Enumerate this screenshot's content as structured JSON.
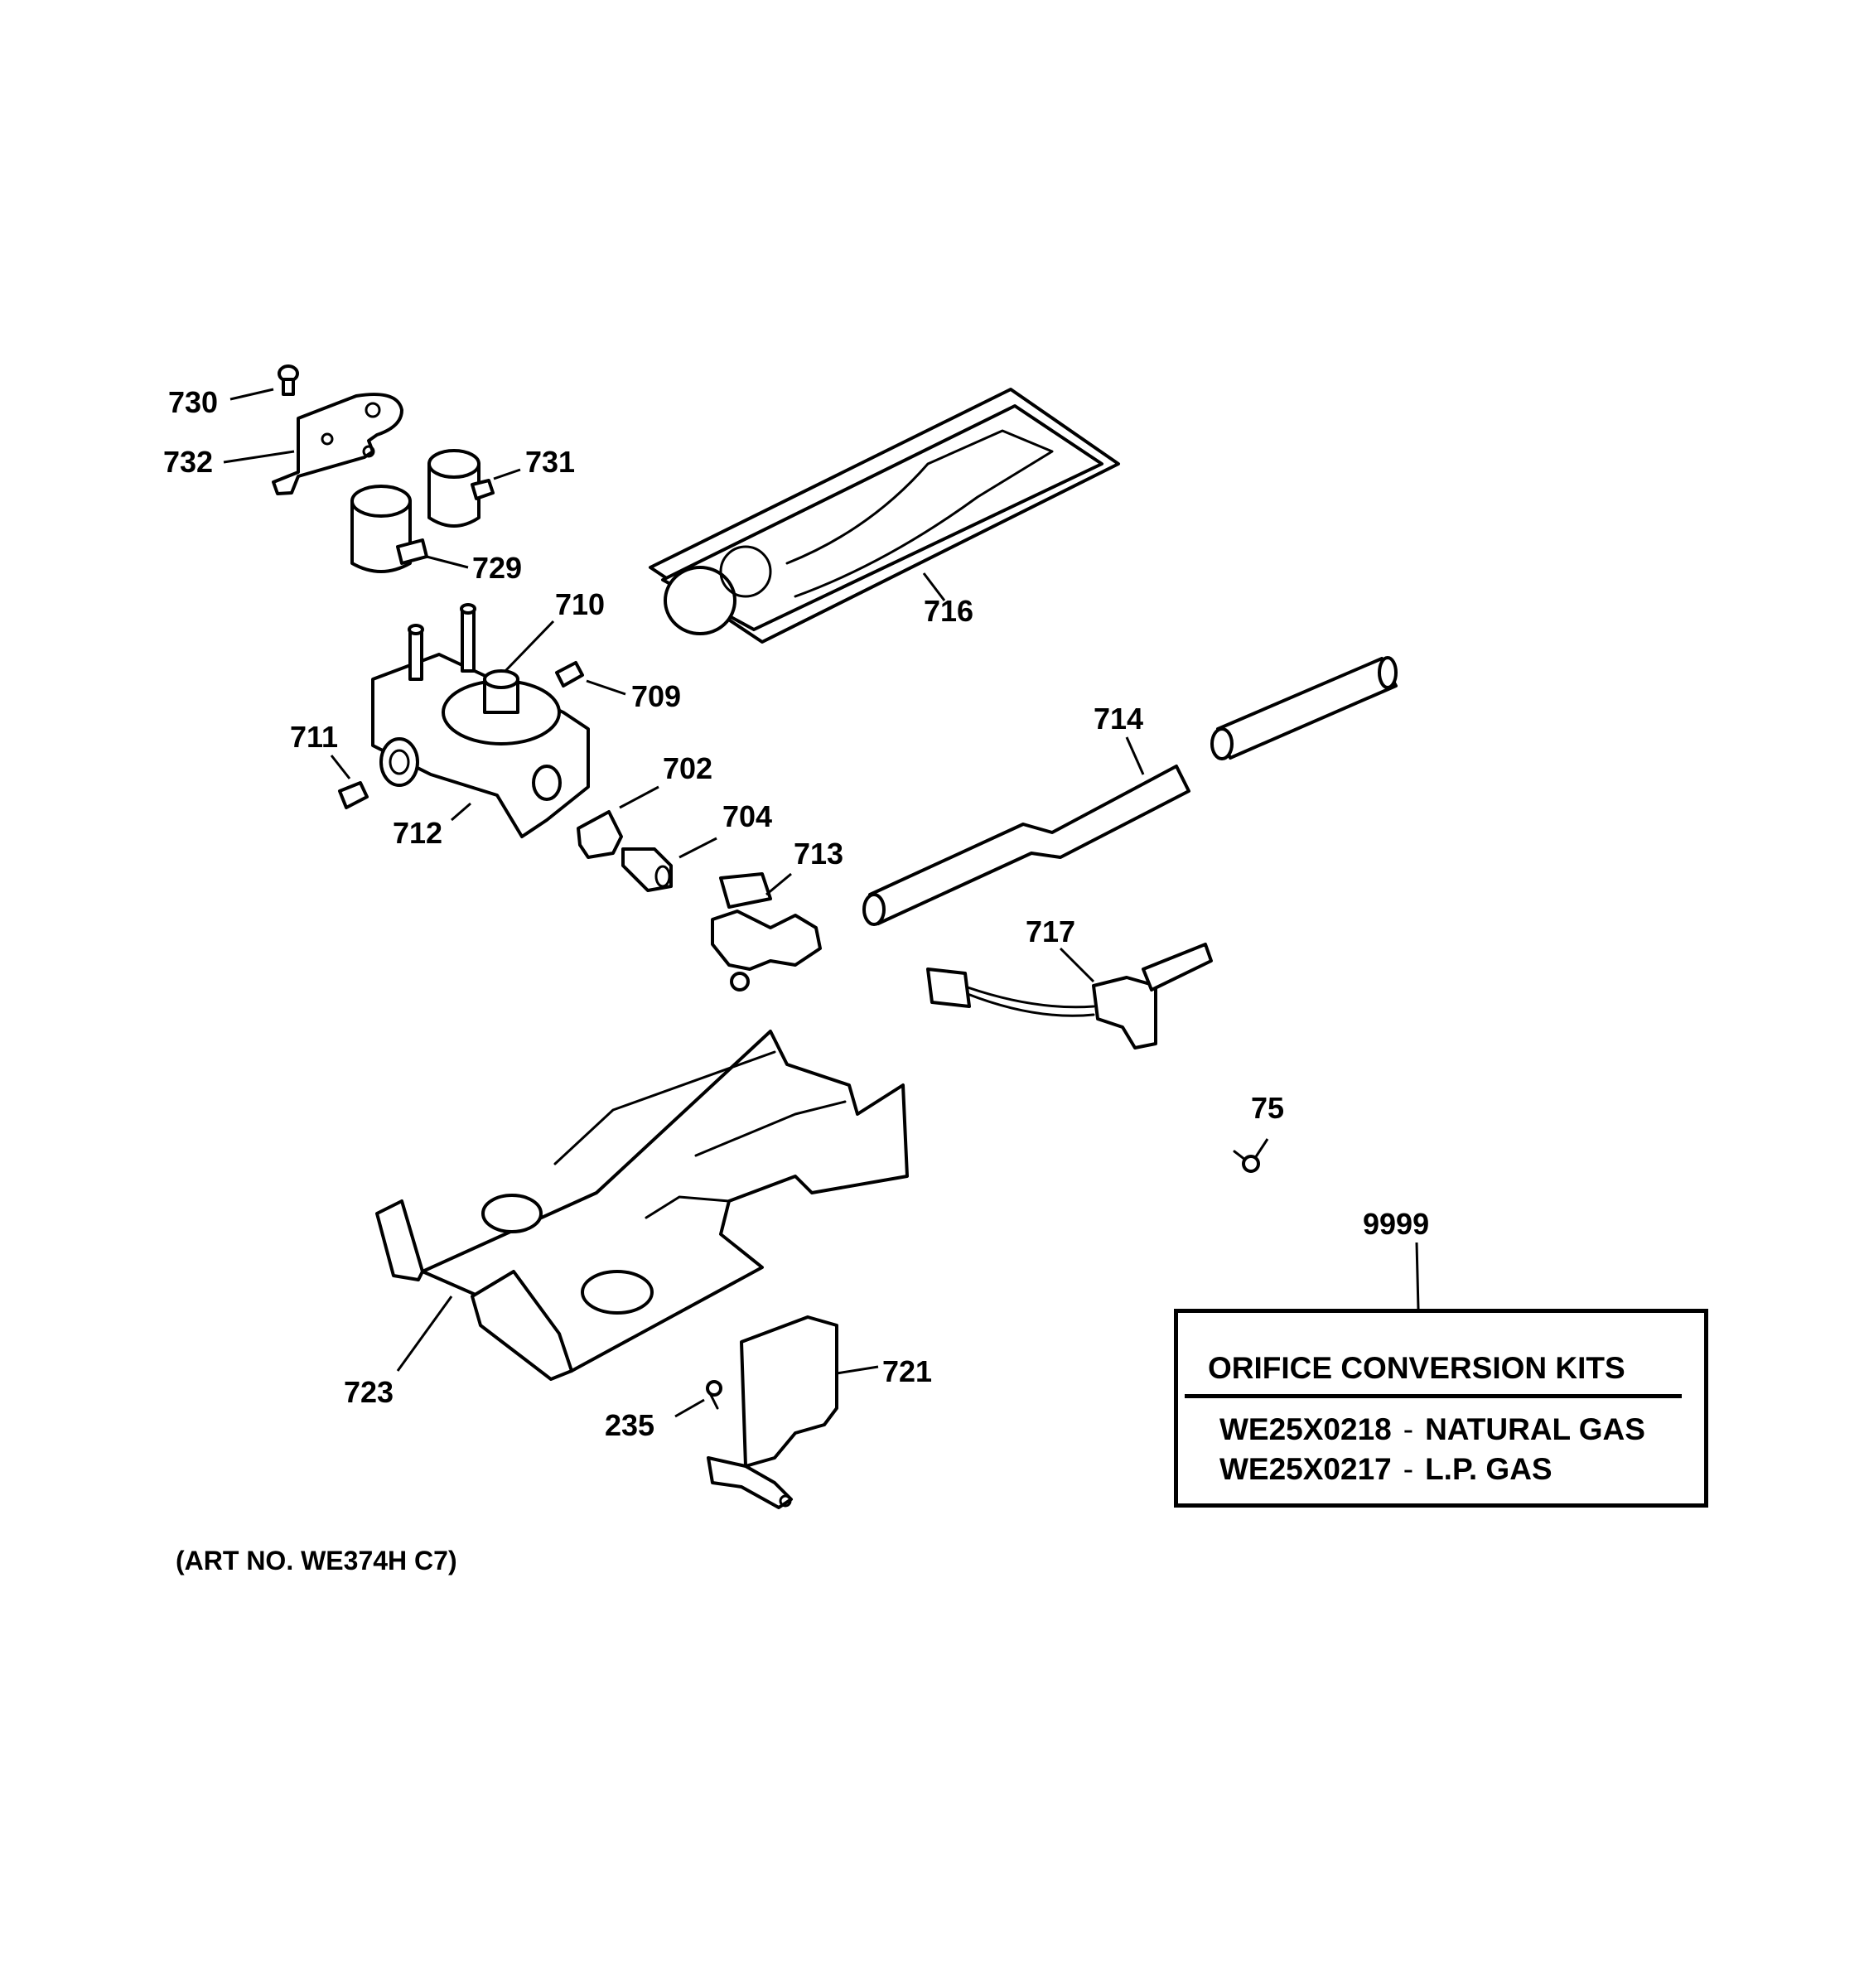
{
  "callouts": [
    {
      "id": "730",
      "label": "730"
    },
    {
      "id": "732",
      "label": "732"
    },
    {
      "id": "731",
      "label": "731"
    },
    {
      "id": "729",
      "label": "729"
    },
    {
      "id": "710",
      "label": "710"
    },
    {
      "id": "709",
      "label": "709"
    },
    {
      "id": "711",
      "label": "711"
    },
    {
      "id": "712",
      "label": "712"
    },
    {
      "id": "702",
      "label": "702"
    },
    {
      "id": "704",
      "label": "704"
    },
    {
      "id": "713",
      "label": "713"
    },
    {
      "id": "716",
      "label": "716"
    },
    {
      "id": "714",
      "label": "714"
    },
    {
      "id": "717",
      "label": "717"
    },
    {
      "id": "75",
      "label": "75"
    },
    {
      "id": "9999",
      "label": "9999"
    },
    {
      "id": "723",
      "label": "723"
    },
    {
      "id": "721",
      "label": "721"
    },
    {
      "id": "235",
      "label": "235"
    }
  ],
  "kit_box": {
    "title": "ORIFICE CONVERSION KITS",
    "items": [
      {
        "part": "WE25X0218",
        "separator": "-",
        "description": "NATURAL GAS"
      },
      {
        "part": "WE25X0217",
        "separator": "-",
        "description": "L.P. GAS"
      }
    ]
  },
  "art_number": "(ART NO. WE374H C7)"
}
